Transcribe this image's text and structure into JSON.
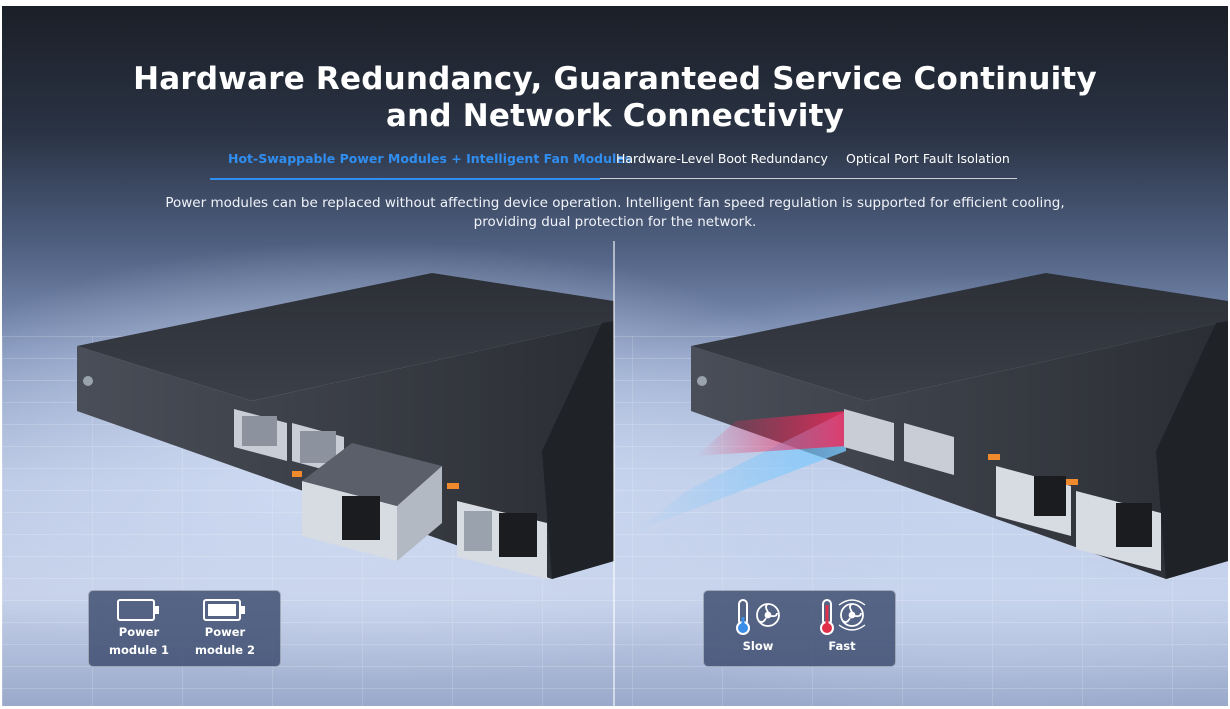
{
  "section": {
    "title_line1": "Hardware Redundancy, Guaranteed Service Continuity",
    "title_line2": "and Network Connectivity"
  },
  "tabs": [
    {
      "label": "Hot-Swappable Power Modules + Intelligent Fan Modules",
      "active": true
    },
    {
      "label": "Hardware-Level Boot Redundancy",
      "active": false
    },
    {
      "label": "Optical Port Fault Isolation",
      "active": false
    }
  ],
  "description": {
    "line1": "Power modules can be replaced without affecting device operation. Intelligent fan speed regulation is supported for efficient cooling,",
    "line2": "providing dual protection for the network."
  },
  "power_badge": {
    "module1_line1": "Power",
    "module1_line2": "module 1",
    "module2_line1": "Power",
    "module2_line2": "module 2",
    "icons": [
      "battery-empty-icon",
      "battery-full-icon"
    ]
  },
  "fan_badge": {
    "slow_label": "Slow",
    "fast_label": "Fast",
    "icons": [
      "thermometer-low-icon",
      "fan-slow-icon",
      "thermometer-high-icon",
      "fan-fast-icon"
    ]
  },
  "colors": {
    "accent": "#2f8ef0",
    "thermo_low": "#3a8de8",
    "thermo_high": "#e0304a"
  }
}
